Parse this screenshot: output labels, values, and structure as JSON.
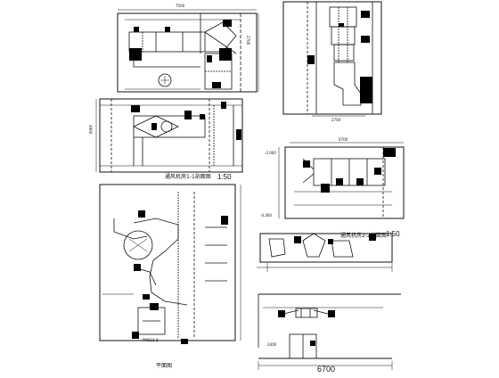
{
  "drawing": {
    "colors": {
      "line": "#111111",
      "fill": "#000000",
      "paper": "#ffffff"
    },
    "dimensions": {
      "top_left_width": "7500",
      "top_left_height": "2700",
      "mid_left_height": "4900",
      "right_top_width": "2700",
      "mid_right_width": "6700",
      "bottom_right_width": "6700",
      "bottom_left_side": "2400"
    },
    "titles": {
      "view_1": "通风机房1-1剖面图",
      "view_1_scale": "1:50",
      "view_2": "通风机房2-2剖面图",
      "view_2_scale": "1:50",
      "view_plan": "平面图"
    },
    "tags": {
      "fan": "PM022-8",
      "elevation_a": "-4.300",
      "elevation_b": "-2.000"
    }
  }
}
